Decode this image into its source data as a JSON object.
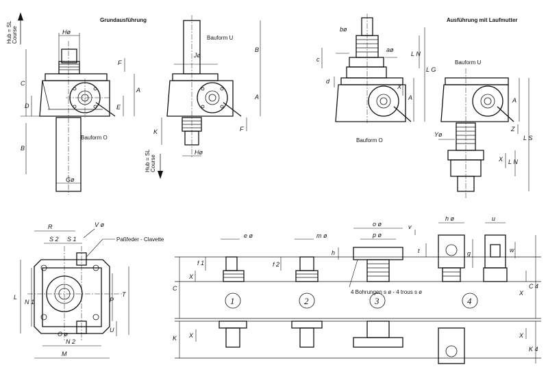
{
  "titles": {
    "basic": "Grundausführung",
    "travel_nut": "Ausführung mit Laufmutter"
  },
  "forms": {
    "o": "Bauform O",
    "u": "Bauform U"
  },
  "stroke": {
    "line1": "Hub = SL",
    "line2": "Course"
  },
  "callouts": {
    "key": "Paßfeder - Clavette",
    "holes": "4 Bohrungen s ø - 4 trous s ø"
  },
  "end_types": [
    "1",
    "2",
    "3",
    "4"
  ],
  "dims": {
    "H": "Hø",
    "J": "Jø",
    "G": "Gø",
    "C": "C",
    "D": "D",
    "E": "E",
    "A": "A",
    "B": "B",
    "F": "F",
    "K": "K",
    "b": "bø",
    "a": "aø",
    "c": "c",
    "d": "d",
    "LN": "L N",
    "LG": "L G",
    "LS": "L S",
    "Y": "Yø",
    "Z": "Z",
    "X": "X",
    "R": "R",
    "S2": "S 2",
    "S1": "S 1",
    "V": "V ø",
    "L": "L",
    "N1": "N 1",
    "P": "P",
    "T": "T",
    "U": "U",
    "O": "O ø",
    "N2": "N 2",
    "M": "M",
    "e": "e ø",
    "m": "m ø",
    "o": "o ø",
    "p": "p ø",
    "h_small": "h",
    "hh": "h ø",
    "u": "u",
    "v": "v",
    "w": "w",
    "t": "t",
    "g": "g",
    "f1": "f 1",
    "f2": "f 2",
    "C4": "C 4",
    "K4": "K 4",
    "x": "X"
  },
  "colors": {
    "ink": "#111111",
    "paper": "#ffffff"
  }
}
